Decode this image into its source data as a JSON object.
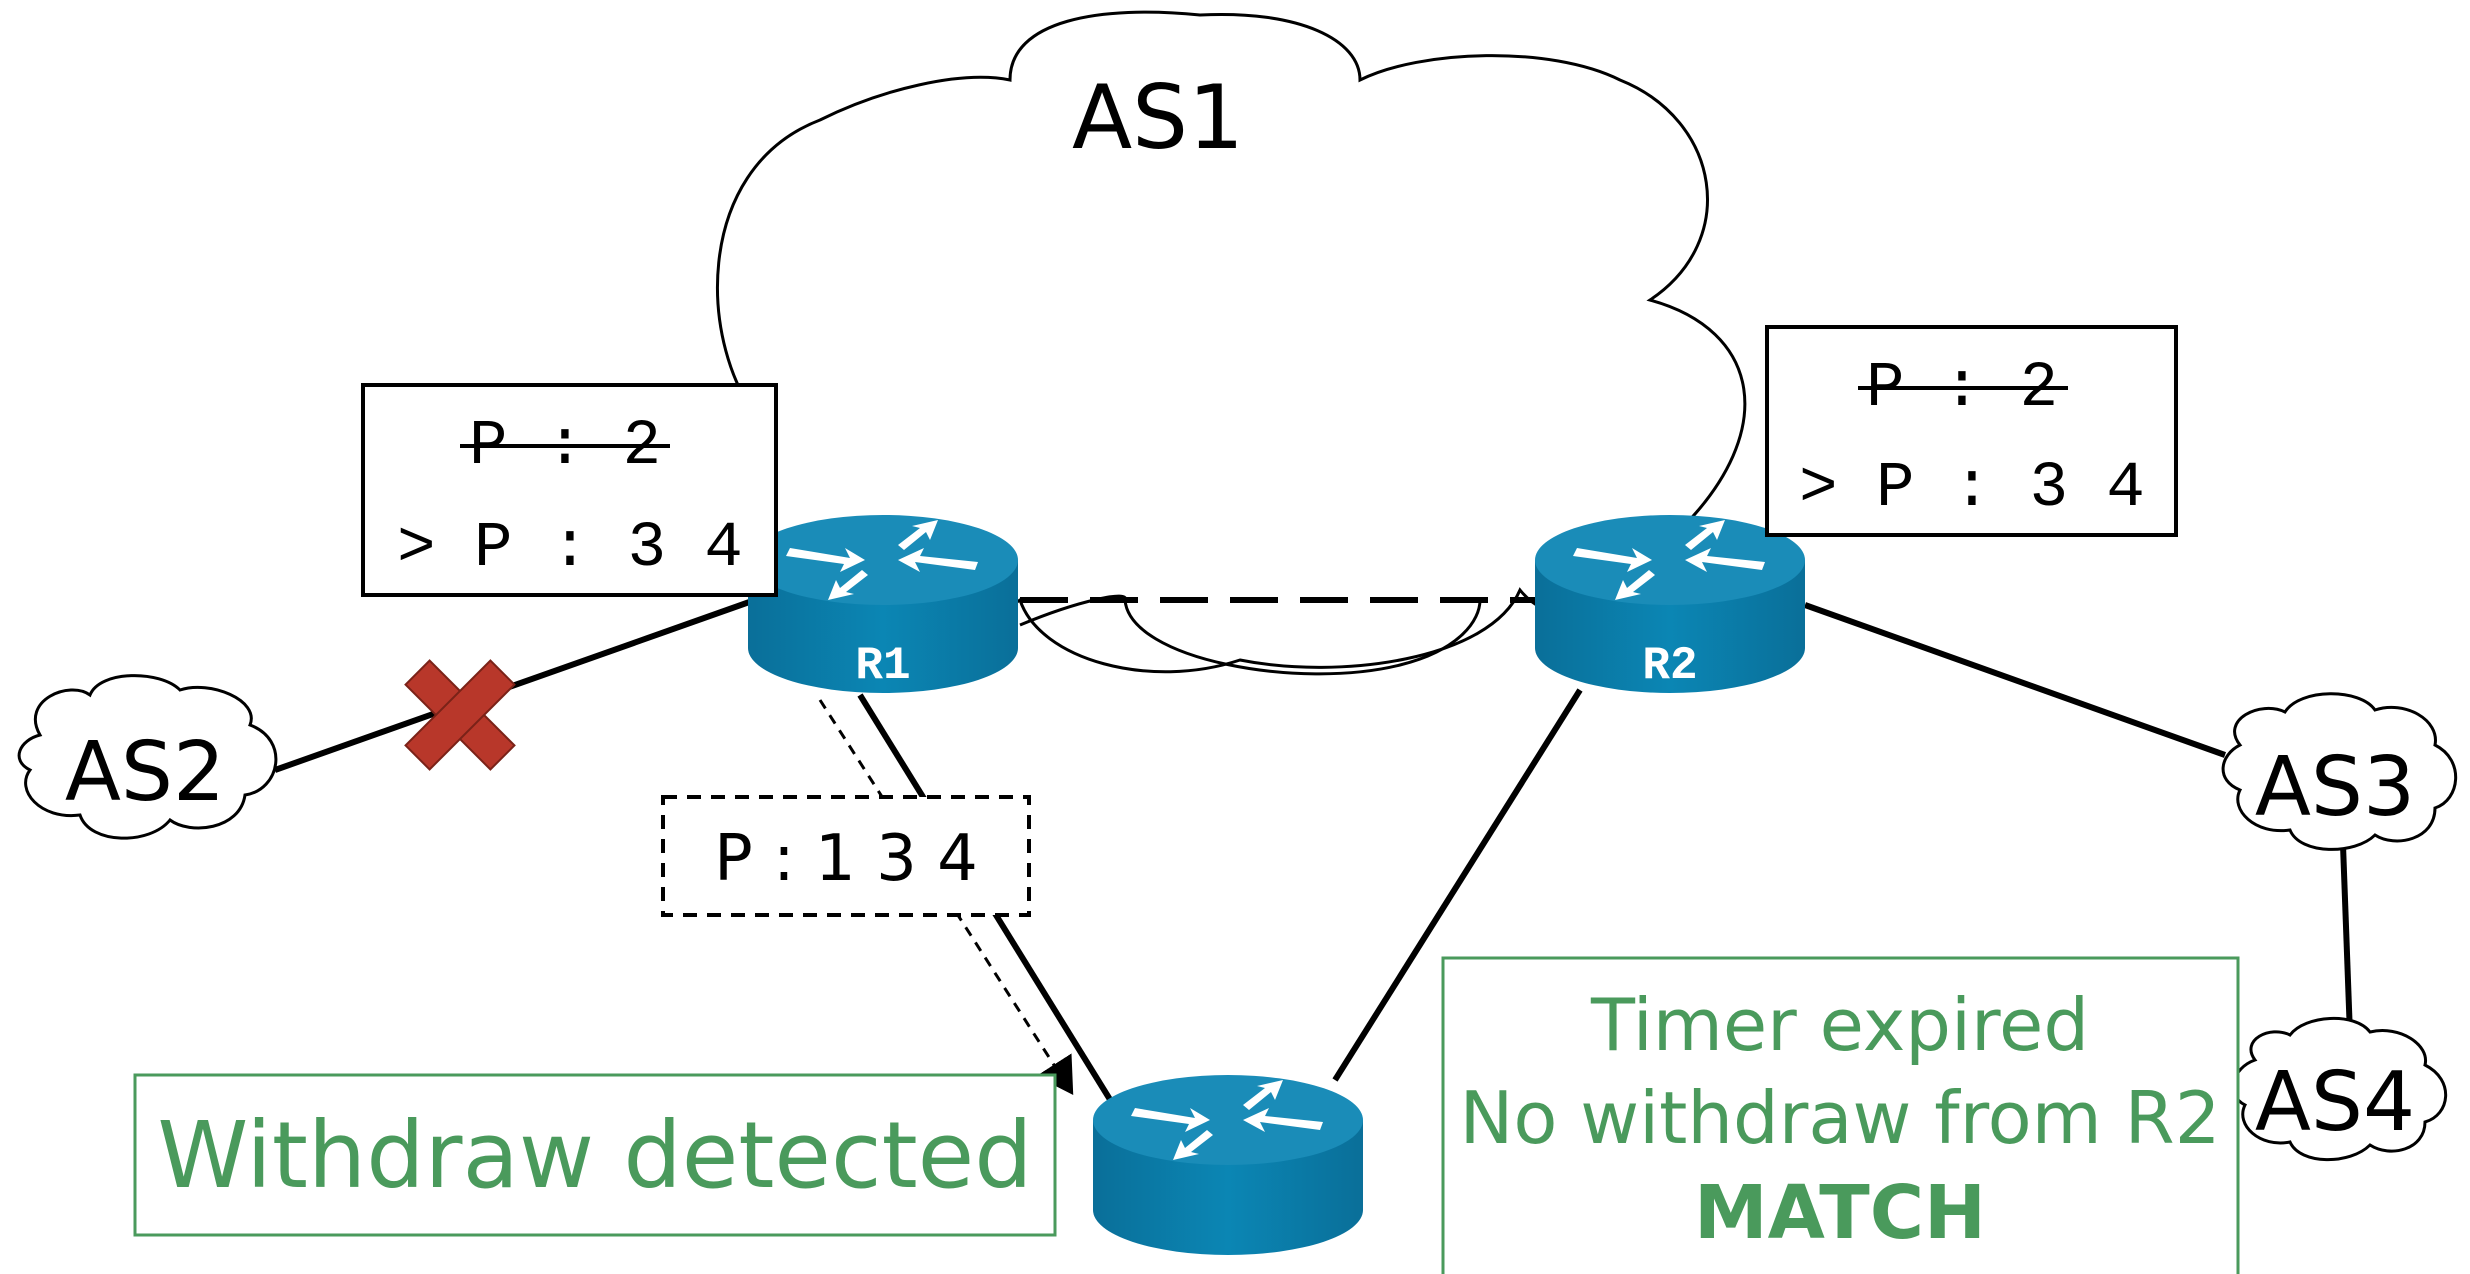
{
  "clouds": {
    "as1": "AS1",
    "as2": "AS2",
    "as3": "AS3",
    "as4": "AS4"
  },
  "routers": {
    "r1": "R1",
    "r2": "R2"
  },
  "r1_table": {
    "old_entry": "P : 2",
    "best_entry": "> P : 3 4"
  },
  "r2_table": {
    "old_entry": "P : 2",
    "best_entry": "> P : 3 4"
  },
  "update_message": "P : 1 3 4",
  "withdraw_box": "Withdraw detected",
  "timer_box": {
    "line1": "Timer expired",
    "line2": "No withdraw from R2",
    "line3": "MATCH"
  },
  "colors": {
    "router": "#0a7aa6",
    "router_top": "#1a8cb8",
    "failure_x": "#b8372a",
    "annotation_green": "#4a9a5c"
  }
}
